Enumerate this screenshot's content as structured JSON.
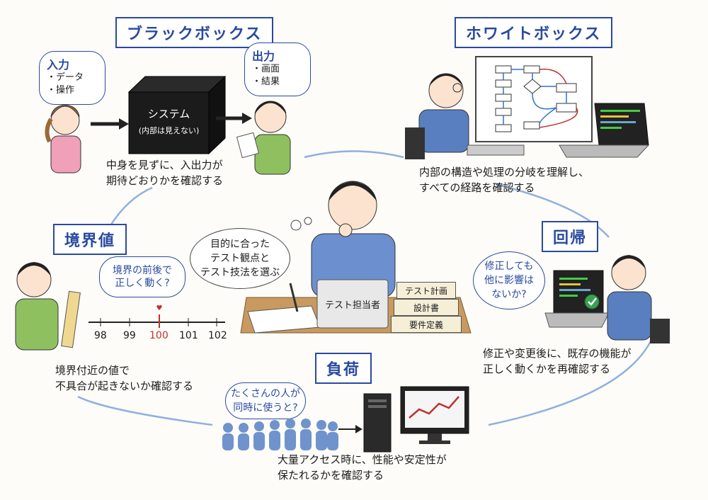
{
  "sections": {
    "black_box": {
      "title": "ブラックボックス",
      "input_bubble": {
        "heading": "入力",
        "items": [
          "・データ",
          "・操作"
        ]
      },
      "output_bubble": {
        "heading": "出力",
        "items": [
          "・画面",
          "・結果"
        ]
      },
      "box_label": "システム",
      "box_sub": "(内部は見えない)",
      "caption": [
        "中身を見ずに、入出力が",
        "期待どおりかを確認する"
      ]
    },
    "white_box": {
      "title": "ホワイトボックス",
      "caption": [
        "内部の構造や処理の分岐を理解し、",
        "すべての経路を確認する"
      ]
    },
    "boundary": {
      "title": "境界値",
      "bubble": [
        "境界の前後で",
        "正しく動く?"
      ],
      "ticks": [
        "98",
        "99",
        "100",
        "101",
        "102"
      ],
      "caption": [
        "境界付近の値で",
        "不具合が起きないか確認する"
      ]
    },
    "regression": {
      "title": "回帰",
      "bubble": [
        "修正しても",
        "他に影響は",
        "ないか?"
      ],
      "caption": [
        "修正や変更後に、既存の機能が",
        "正しく動くかを再確認する"
      ]
    },
    "load": {
      "title": "負荷",
      "bubble": [
        "たくさんの人が",
        "同時に使うと?"
      ],
      "caption": [
        "大量アクセス時に、性能や安定性が",
        "保たれるかを確認する"
      ]
    },
    "center": {
      "thought": [
        "目的に合った",
        "テスト観点と",
        "テスト技法を選ぶ"
      ],
      "laptop_label": "テスト担当者",
      "books": [
        "テスト計画",
        "設計書",
        "要件定義"
      ]
    }
  },
  "colors": {
    "accent": "#2a4aa0",
    "path": "#8fb0e0",
    "highlight": "#c03030"
  }
}
